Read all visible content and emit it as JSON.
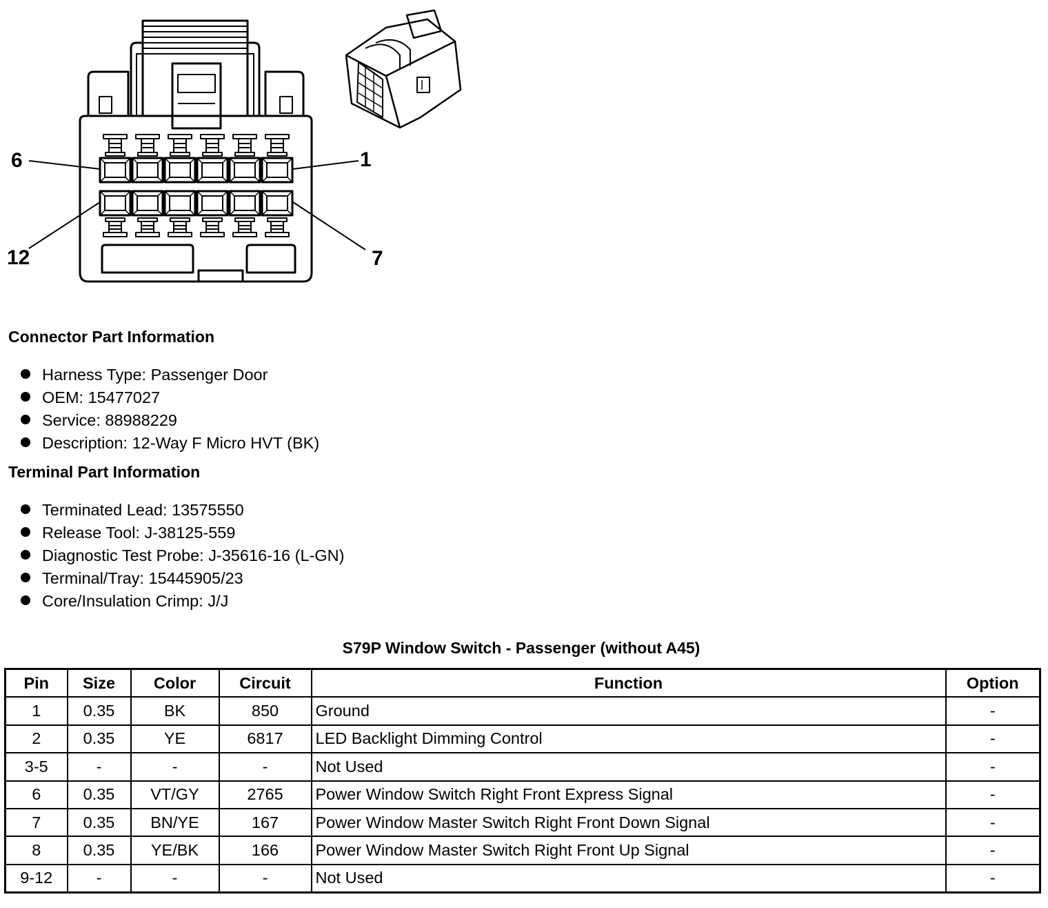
{
  "pin_labels": {
    "top_left": "6",
    "top_right": "1",
    "bottom_left": "12",
    "bottom_right": "7"
  },
  "connector_info": {
    "heading": "Connector Part Information",
    "items": [
      "Harness Type: Passenger Door",
      "OEM: 15477027",
      "Service: 88988229",
      "Description: 12-Way F Micro HVT (BK)"
    ]
  },
  "terminal_info": {
    "heading": "Terminal Part Information",
    "items": [
      "Terminated Lead: 13575550",
      "Release Tool: J-38125-559",
      "Diagnostic Test Probe: J-35616-16 (L-GN)",
      "Terminal/Tray: 15445905/23",
      "Core/Insulation Crimp: J/J"
    ]
  },
  "pin_table": {
    "title": "S79P Window Switch - Passenger (without A45)",
    "headers": [
      "Pin",
      "Size",
      "Color",
      "Circuit",
      "Function",
      "Option"
    ],
    "rows": [
      [
        "1",
        "0.35",
        "BK",
        "850",
        "Ground",
        "-"
      ],
      [
        "2",
        "0.35",
        "YE",
        "6817",
        "LED Backlight Dimming Control",
        "-"
      ],
      [
        "3-5",
        "-",
        "-",
        "-",
        "Not Used",
        "-"
      ],
      [
        "6",
        "0.35",
        "VT/GY",
        "2765",
        "Power Window Switch Right Front Express Signal",
        "-"
      ],
      [
        "7",
        "0.35",
        "BN/YE",
        "167",
        "Power Window Master Switch Right Front Down Signal",
        "-"
      ],
      [
        "8",
        "0.35",
        "YE/BK",
        "166",
        "Power Window Master Switch Right Front Up Signal",
        "-"
      ],
      [
        "9-12",
        "-",
        "-",
        "-",
        "Not Used",
        "-"
      ]
    ]
  }
}
